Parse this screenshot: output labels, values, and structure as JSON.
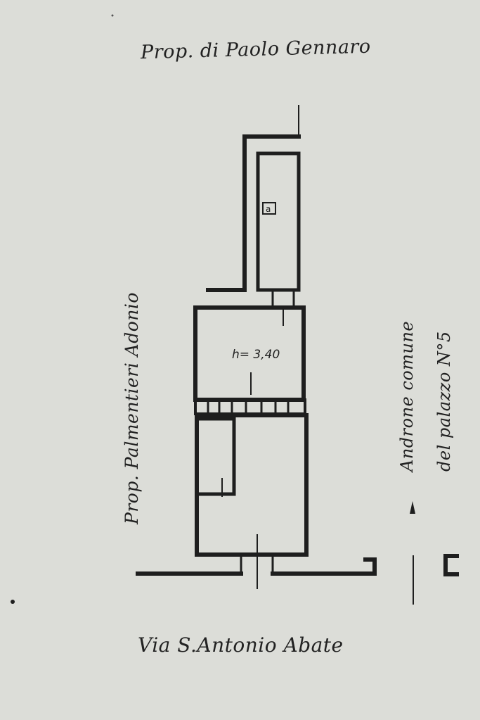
{
  "labels": {
    "north": "Prop. di Paolo Gennaro",
    "west": "Prop. Palmentieri Adonio",
    "east_line1": "Androne comune",
    "east_line2": "del palazzo N°5",
    "south": "Via S.Antonio Abate",
    "room_height": "h= 3,40",
    "marker": "a"
  },
  "colors": {
    "paper": "#dcddd8",
    "ink": "#1e1e1e"
  }
}
